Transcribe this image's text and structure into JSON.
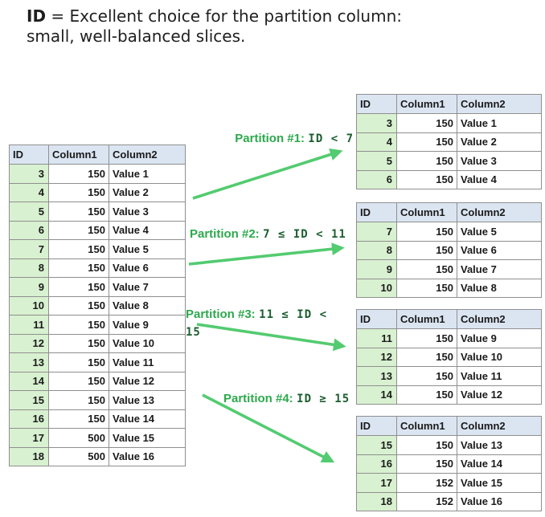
{
  "title": {
    "lead": "ID",
    "rest": " = Excellent choice for the partition column: small, well-balanced slices."
  },
  "table": {
    "headers": [
      "ID",
      "Column1",
      "Column2"
    ]
  },
  "source_table": {
    "rows": [
      [
        "3",
        "150",
        "Value 1"
      ],
      [
        "4",
        "150",
        "Value 2"
      ],
      [
        "5",
        "150",
        "Value 3"
      ],
      [
        "6",
        "150",
        "Value 4"
      ],
      [
        "7",
        "150",
        "Value 5"
      ],
      [
        "8",
        "150",
        "Value 6"
      ],
      [
        "9",
        "150",
        "Value 7"
      ],
      [
        "10",
        "150",
        "Value 8"
      ],
      [
        "11",
        "150",
        "Value 9"
      ],
      [
        "12",
        "150",
        "Value 10"
      ],
      [
        "13",
        "150",
        "Value 11"
      ],
      [
        "14",
        "150",
        "Value 12"
      ],
      [
        "15",
        "150",
        "Value 13"
      ],
      [
        "16",
        "150",
        "Value 14"
      ],
      [
        "17",
        "500",
        "Value 15"
      ],
      [
        "18",
        "500",
        "Value 16"
      ]
    ]
  },
  "partitions": [
    {
      "label": "Partition #1:",
      "condition": "ID < 7",
      "rows": [
        [
          "3",
          "150",
          "Value 1"
        ],
        [
          "4",
          "150",
          "Value 2"
        ],
        [
          "5",
          "150",
          "Value 3"
        ],
        [
          "6",
          "150",
          "Value 4"
        ]
      ]
    },
    {
      "label": "Partition #2:",
      "condition": "7 ≤ ID < 11",
      "rows": [
        [
          "7",
          "150",
          "Value 5"
        ],
        [
          "8",
          "150",
          "Value 6"
        ],
        [
          "9",
          "150",
          "Value 7"
        ],
        [
          "10",
          "150",
          "Value 8"
        ]
      ]
    },
    {
      "label": "Partition #3:",
      "condition": "11 ≤ ID < 15",
      "rows": [
        [
          "11",
          "150",
          "Value 9"
        ],
        [
          "12",
          "150",
          "Value 10"
        ],
        [
          "13",
          "150",
          "Value 11"
        ],
        [
          "14",
          "150",
          "Value 12"
        ]
      ]
    },
    {
      "label": "Partition #4:",
      "condition": "ID ≥ 15",
      "rows": [
        [
          "15",
          "150",
          "Value 13"
        ],
        [
          "16",
          "150",
          "Value 14"
        ],
        [
          "17",
          "152",
          "Value 15"
        ],
        [
          "18",
          "152",
          "Value 16"
        ]
      ]
    }
  ],
  "colors": {
    "label_green": "#2ca94c",
    "condition_green": "#1b5e2f",
    "arrow_green": "#53cb70",
    "header_bg": "#dbe5f2",
    "id_cell_bg": "#d8f1d0"
  }
}
